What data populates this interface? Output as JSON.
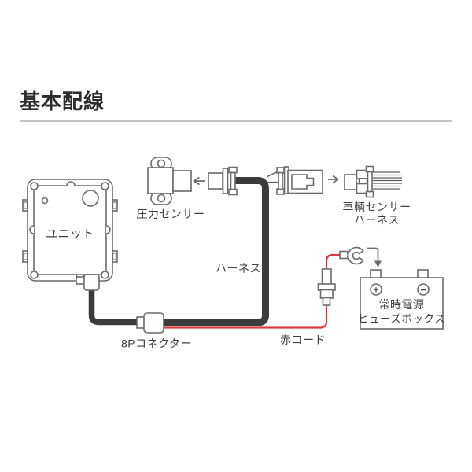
{
  "header": {
    "title": "基本配線"
  },
  "diagram": {
    "unit": {
      "label": "ユニット"
    },
    "pressure_sensor": {
      "label": "圧力センサー"
    },
    "harness": {
      "label": "ハーネス"
    },
    "vehicle_sensor_harness": {
      "label_line1": "車輌センサー",
      "label_line2": "ハーネス"
    },
    "connector_8p": {
      "label": "8Pコネクター"
    },
    "red_cord": {
      "label": "赤コード"
    },
    "fuse_box": {
      "label_line1": "常時電源",
      "label_line2": "ヒューズボックス",
      "plus": "+",
      "minus": "−"
    },
    "icons": {
      "arrow_left": "←",
      "arrow_right": "→",
      "arrow_down_elbow": "↓",
      "ring_terminal": "ring-terminal",
      "fuse_holder": "inline-fuse"
    },
    "colors": {
      "harness_wire": "#3b3b3b",
      "red_cord_wire": "#dc3a43",
      "outline": "#6b6b6b",
      "label_text": "#3f3f3f",
      "title_text": "#2d2d2d",
      "divider": "#c3c3c3"
    }
  }
}
